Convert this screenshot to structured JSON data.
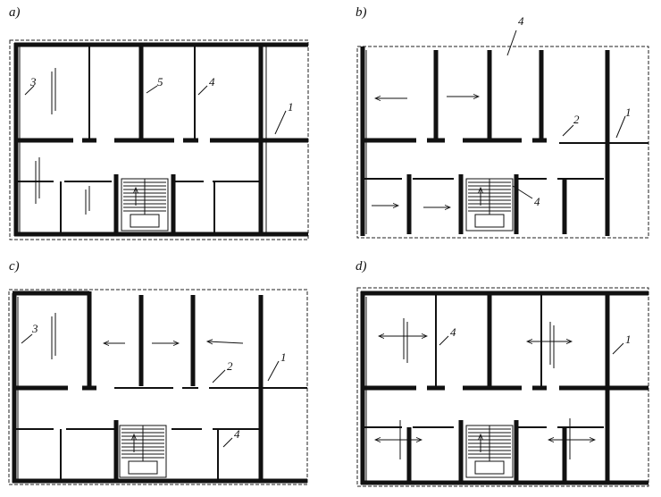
{
  "panels": [
    {
      "label": "a)",
      "callouts": [
        "1",
        "3",
        "4",
        "5"
      ]
    },
    {
      "label": "b)",
      "callouts": [
        "1",
        "2",
        "4",
        "4"
      ]
    },
    {
      "label": "c)",
      "callouts": [
        "1",
        "2",
        "3",
        "4"
      ]
    },
    {
      "label": "d)",
      "callouts": [
        "1",
        "4"
      ]
    }
  ]
}
